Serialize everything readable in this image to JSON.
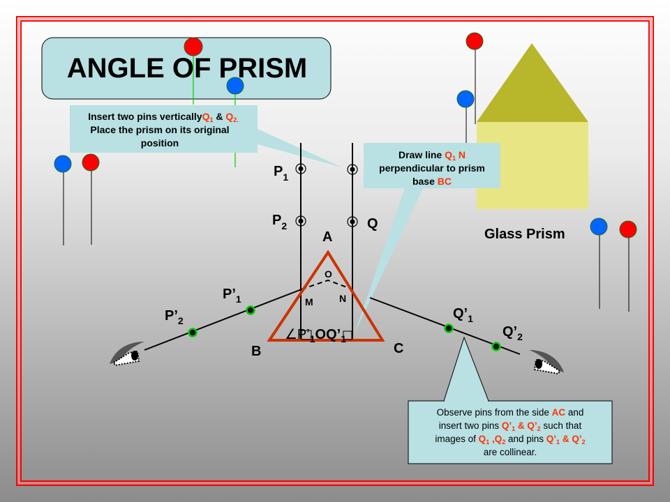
{
  "title": "ANGLE OF PRISM",
  "callout_pins": {
    "line1_a": "Insert two pins vertically",
    "line1_q1": "Q",
    "line1_q1_sub": "1",
    "line1_amp": " & ",
    "line1_q2": "Q",
    "line1_q2_sub": "2.",
    "line2": "Place the prism on its original",
    "line3": "position"
  },
  "callout_line": {
    "line1_a": "Draw line ",
    "line1_q": "Q",
    "line1_sub": "1",
    "line1_n": " N",
    "line2": "perpendicular  to prism",
    "line3_a": "base ",
    "line3_bc": "BC"
  },
  "callout_observe": {
    "l1_a": "Observe pins from the side ",
    "l1_ac": "AC",
    "l1_b": " and",
    "l2_a": "insert two pins ",
    "l2_q": "Q’",
    "l2_sub1": "1",
    "l2_amp": " & Q’",
    "l2_sub2": "2",
    "l2_b": " such that",
    "l3_a": "images of ",
    "l3_q1": "Q",
    "l3_s1": "1",
    "l3_q2": " ,Q",
    "l3_s2": "2",
    "l3_b": " and pins ",
    "l3_q3": "Q’",
    "l3_s3": "1",
    "l3_q4": " & Q’",
    "l3_s4": "2",
    "l4": "are collinear."
  },
  "labels": {
    "glass_prism": "Glass Prism",
    "P": "P",
    "sub1": "1",
    "sub2": "2",
    "Q": "Q",
    "A": "A",
    "B": "B",
    "C": "C",
    "O": "O",
    "M": "M",
    "N": "N",
    "P_prime": "P’",
    "Q_prime": "Q’",
    "angle": "∠P’",
    "angle_sub": "1",
    "angle_rest": "OQ’",
    "angle_sub2": "1"
  },
  "colors": {
    "border": "#ff0000",
    "callout_fill": "#b9e0e3",
    "prism_edge": "#cc3300",
    "highlight_text": "#ff3300",
    "pin_red": "#ff0000",
    "pin_blue": "#0066ff",
    "pin_green": "#00cc00",
    "prism_top": "#b8b62a",
    "prism_body": "#e8e684"
  },
  "icons": [
    "eye-icon-left",
    "eye-icon-right",
    "pin-icon"
  ]
}
